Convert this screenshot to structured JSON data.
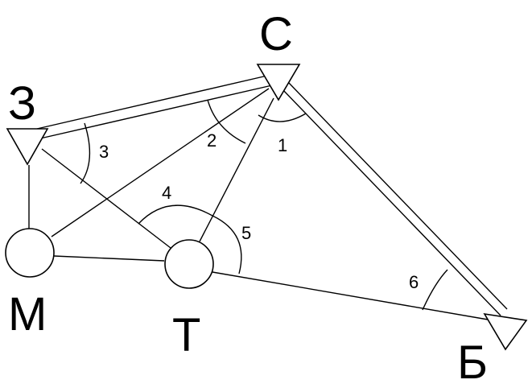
{
  "points": {
    "S": "С",
    "Z": "З",
    "M": "М",
    "T": "Т",
    "B": "Б"
  },
  "angles": {
    "a1": "1",
    "a2": "2",
    "a3": "3",
    "a4": "4",
    "a5": "5",
    "a6": "6"
  },
  "colors": {
    "stroke": "#000000",
    "background": "#ffffff"
  }
}
